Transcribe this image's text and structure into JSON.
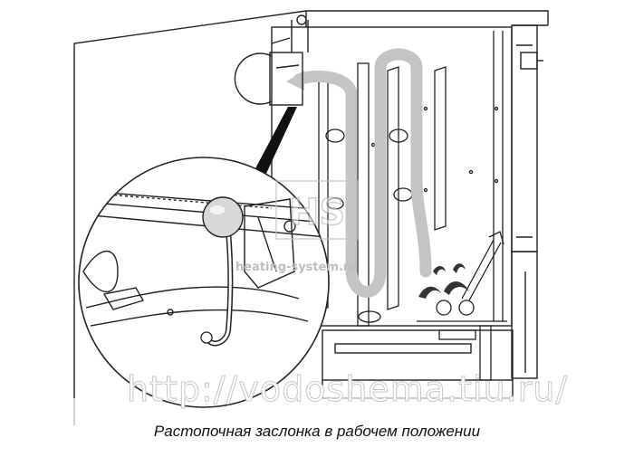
{
  "caption": "Растопочная заслонка в рабочем положении",
  "watermarks": {
    "logo_letters": "HS",
    "site": "heating-system.ru",
    "url": "http://vodoshema.tiu.ru/"
  },
  "colors": {
    "line": "#222222",
    "flue_gas_arrow": "#c4c4c4",
    "flame": "#333333",
    "watermark": "#bdbdbd",
    "background": "#ffffff"
  },
  "icons": [
    "damper-handle-icon",
    "flame-icon",
    "flue-gas-arrow-icon"
  ]
}
